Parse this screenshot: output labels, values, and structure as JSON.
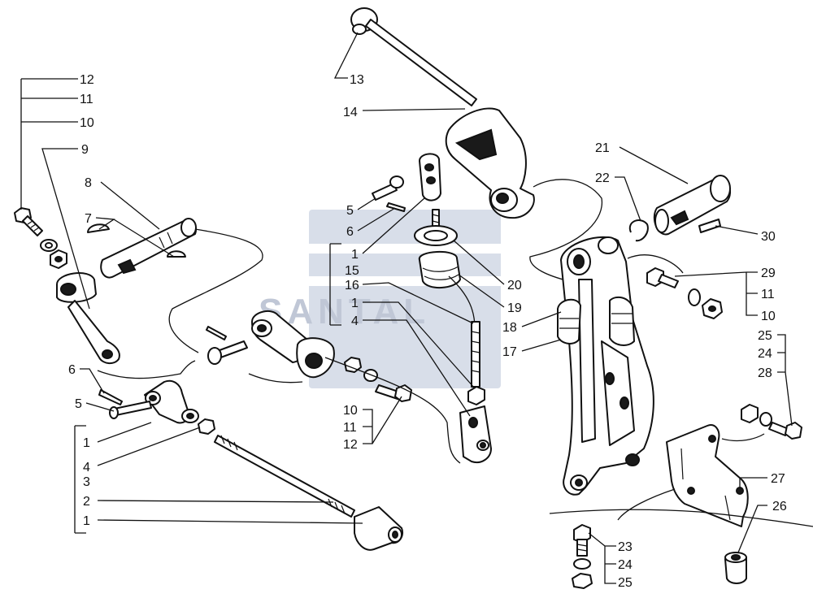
{
  "watermark": {
    "text": "SANTAL",
    "color": "#b9c4d8"
  },
  "line_color": "#111111",
  "labels": {
    "l12a": "12",
    "l11a": "11",
    "l10a": "10",
    "l9": "9",
    "l8": "8",
    "l7": "7",
    "l6a": "6",
    "l5a": "5",
    "l1a": "1",
    "l4a": "4",
    "l3": "3",
    "l2": "2",
    "l1b": "1",
    "l13": "13",
    "l14": "14",
    "l5b": "5",
    "l6b": "6",
    "l1c": "1",
    "l15": "15",
    "l16": "16",
    "l1d": "1",
    "l4b": "4",
    "l10b": "10",
    "l11b": "11",
    "l12b": "12",
    "l20": "20",
    "l19": "19",
    "l18": "18",
    "l17": "17",
    "l21": "21",
    "l22": "22",
    "l30": "30",
    "l29": "29",
    "l11c": "11",
    "l10c": "10",
    "l25a": "25",
    "l24a": "24",
    "l28": "28",
    "l27": "27",
    "l26": "26",
    "l23": "23",
    "l24b": "24",
    "l25b": "25"
  }
}
